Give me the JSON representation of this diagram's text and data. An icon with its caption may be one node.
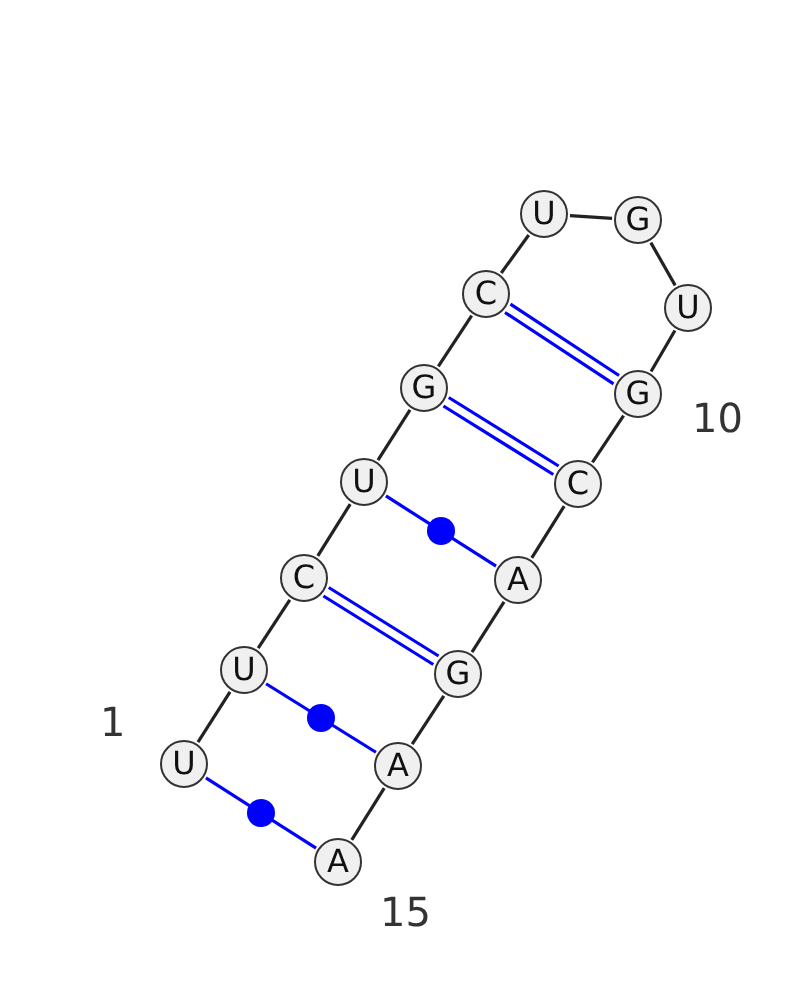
{
  "diagram": {
    "nodes": [
      {
        "text": [
          "U"
        ],
        "beside": [
          "1"
        ]
      },
      {
        "text": [
          "U"
        ]
      },
      {
        "text": [
          "C"
        ]
      },
      {
        "text": [
          "U"
        ]
      },
      {
        "text": [
          "G"
        ]
      },
      {
        "text": [
          "C"
        ]
      },
      {
        "text": [
          "U"
        ]
      },
      {
        "text": [
          "G"
        ]
      },
      {
        "text": [
          "U"
        ]
      },
      {
        "text": [
          "G"
        ],
        "beside": [
          "10"
        ]
      },
      {
        "text": [
          "C"
        ]
      },
      {
        "text": [
          "A"
        ]
      },
      {
        "text": [
          "G"
        ]
      },
      {
        "text": [
          "A"
        ]
      },
      {
        "text": [
          "A"
        ],
        "beside": [
          "15"
        ]
      }
    ],
    "edges": [
      {
        "from": 0,
        "to": 1,
        "arrow": "none"
      },
      {
        "from": 1,
        "to": 2,
        "arrow": "none"
      },
      {
        "from": 2,
        "to": 3,
        "arrow": "none"
      },
      {
        "from": 3,
        "to": 4,
        "arrow": "none"
      },
      {
        "from": 4,
        "to": 5,
        "arrow": "none"
      },
      {
        "from": 5,
        "to": 6,
        "arrow": "none"
      },
      {
        "from": 6,
        "to": 7,
        "arrow": "none"
      },
      {
        "from": 7,
        "to": 8,
        "arrow": "none"
      },
      {
        "from": 8,
        "to": 9,
        "arrow": "none"
      },
      {
        "from": 9,
        "to": 10,
        "arrow": "none"
      },
      {
        "from": 10,
        "to": 11,
        "arrow": "none"
      },
      {
        "from": 11,
        "to": 12,
        "arrow": "none"
      },
      {
        "from": 12,
        "to": 13,
        "arrow": "none"
      },
      {
        "from": 13,
        "to": 14,
        "arrow": "none"
      },
      {
        "from": 0,
        "to": 14,
        "arrow": "none",
        "color": "#0000ff"
      },
      {
        "from": 1,
        "to": 13,
        "arrow": "none",
        "color": "#0000ff"
      },
      {
        "from": 2,
        "to": 12,
        "arrow": "none",
        "color": "#0000ff"
      },
      {
        "from": 3,
        "to": 11,
        "arrow": "none",
        "color": "#0000ff"
      },
      {
        "from": 4,
        "to": 10,
        "arrow": "none",
        "color": "#0000ff"
      },
      {
        "from": 5,
        "to": 9,
        "arrow": "none",
        "color": "#0000ff"
      }
    ]
  }
}
